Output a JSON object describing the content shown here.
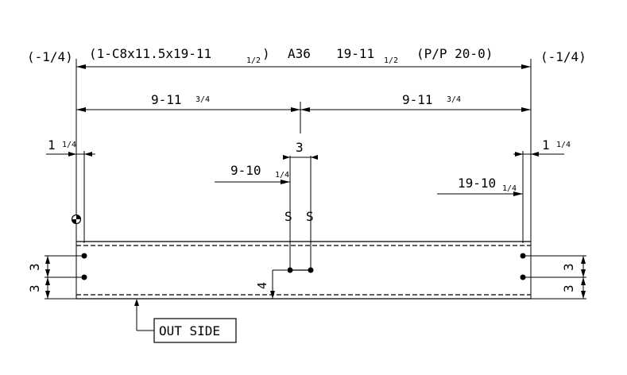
{
  "title": {
    "left_offset": "(-1/4)",
    "member": "(1-C8x11.5x19-11",
    "member_frac": "1/2",
    "member_close": ")",
    "grade": "A36",
    "length": "19-11",
    "length_frac": "1/2",
    "pp": "(P/P 20-0)",
    "right_offset": "(-1/4)"
  },
  "dimensions": {
    "half_left": "9-11",
    "half_left_frac": "3/4",
    "half_right": "9-11",
    "half_right_frac": "3/4",
    "center_gap": "3",
    "left_edge": "1",
    "left_edge_frac": "1/4",
    "right_edge": "1",
    "right_edge_frac": "1/4",
    "slot_location": "9-10",
    "slot_location_frac": "1/4",
    "right_holes": "19-10",
    "right_holes_frac": "1/4",
    "slot_mark_1": "S",
    "slot_mark_2": "S",
    "left_spacing_top": "3",
    "left_spacing_bottom": "3",
    "right_spacing_top": "3",
    "right_spacing_bottom": "3",
    "slot_height": "4"
  },
  "label": {
    "outside": "OUT SIDE"
  }
}
